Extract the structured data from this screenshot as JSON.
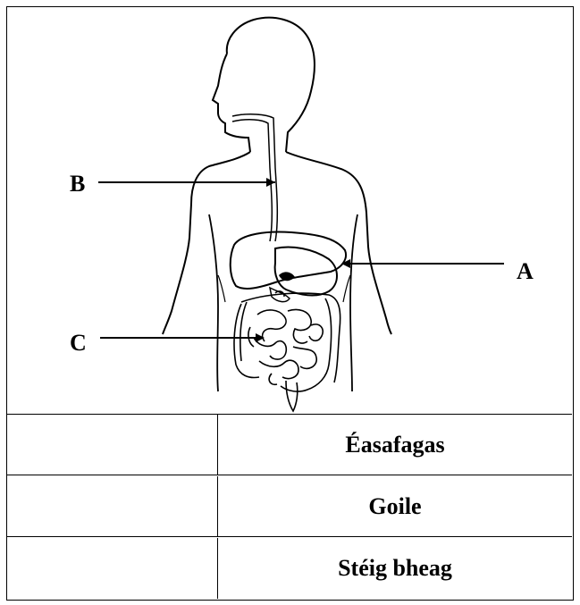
{
  "diagram": {
    "labels": {
      "a": "A",
      "b": "B",
      "c": "C"
    }
  },
  "table": {
    "rows": [
      {
        "answer": "",
        "organ": "Éasafagas"
      },
      {
        "answer": "",
        "organ": "Goile"
      },
      {
        "answer": "",
        "organ": "Stéig bheag"
      }
    ]
  }
}
